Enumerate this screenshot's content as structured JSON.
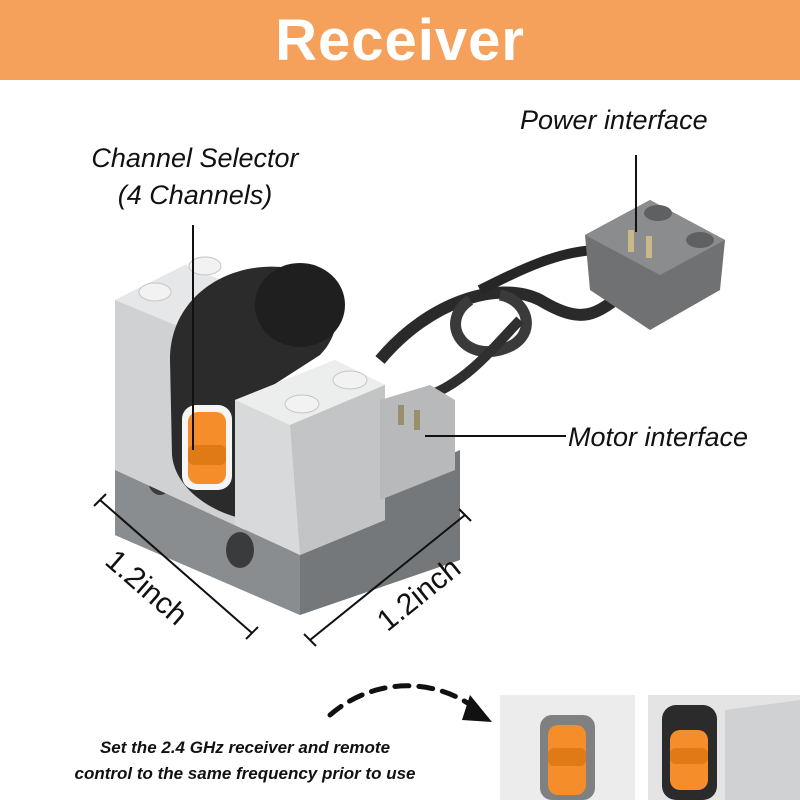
{
  "banner": {
    "title": "Receiver"
  },
  "labels": {
    "channel_selector_line1": "Channel Selector",
    "channel_selector_line2": "(4 Channels)",
    "power_interface": "Power interface",
    "motor_interface": "Motor interface"
  },
  "dimensions": {
    "left": "1.2inch",
    "right": "1.2inch"
  },
  "note": {
    "line1": "Set the 2.4 GHz receiver and remote",
    "line2": "control to the same frequency prior to use"
  },
  "colors": {
    "banner": "#f5a05b",
    "accent_orange": "#f58d2a",
    "brick_light": "#d7d9da",
    "brick_dark": "#7a7c7e"
  }
}
